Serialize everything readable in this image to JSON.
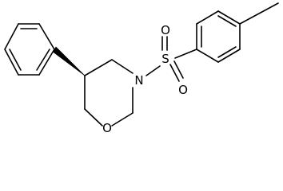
{
  "molecule": {
    "atoms": {
      "N": "N",
      "O_ring": "O",
      "S": "S",
      "O_sulfonyl_top": "O",
      "O_sulfonyl_bottom": "O"
    }
  }
}
